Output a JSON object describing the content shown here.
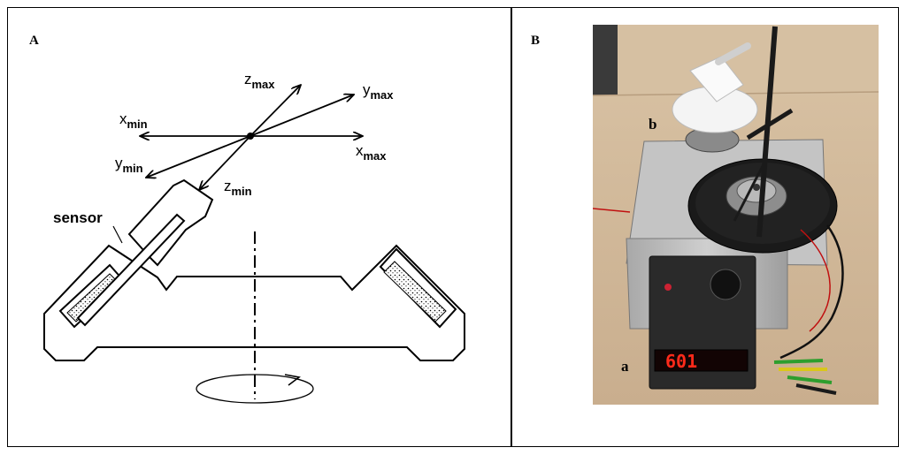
{
  "panels": {
    "left": {
      "letter": "A",
      "labels": {
        "sensor": "sensor",
        "x_min": {
          "base": "x",
          "sub": "min"
        },
        "x_max": {
          "base": "x",
          "sub": "max"
        },
        "y_min": {
          "base": "y",
          "sub": "min"
        },
        "y_max": {
          "base": "y",
          "sub": "max"
        },
        "z_min": {
          "base": "z",
          "sub": "min"
        },
        "z_max": {
          "base": "z",
          "sub": "max"
        }
      }
    },
    "right": {
      "letter": "B",
      "labels": {
        "a": "a",
        "b": "b"
      },
      "display_value": "601"
    }
  },
  "colors": {
    "line": "#000000",
    "photo_background": "#cdb497",
    "device_box": "#b9b9b9",
    "display_red": "#ff2a1a"
  }
}
